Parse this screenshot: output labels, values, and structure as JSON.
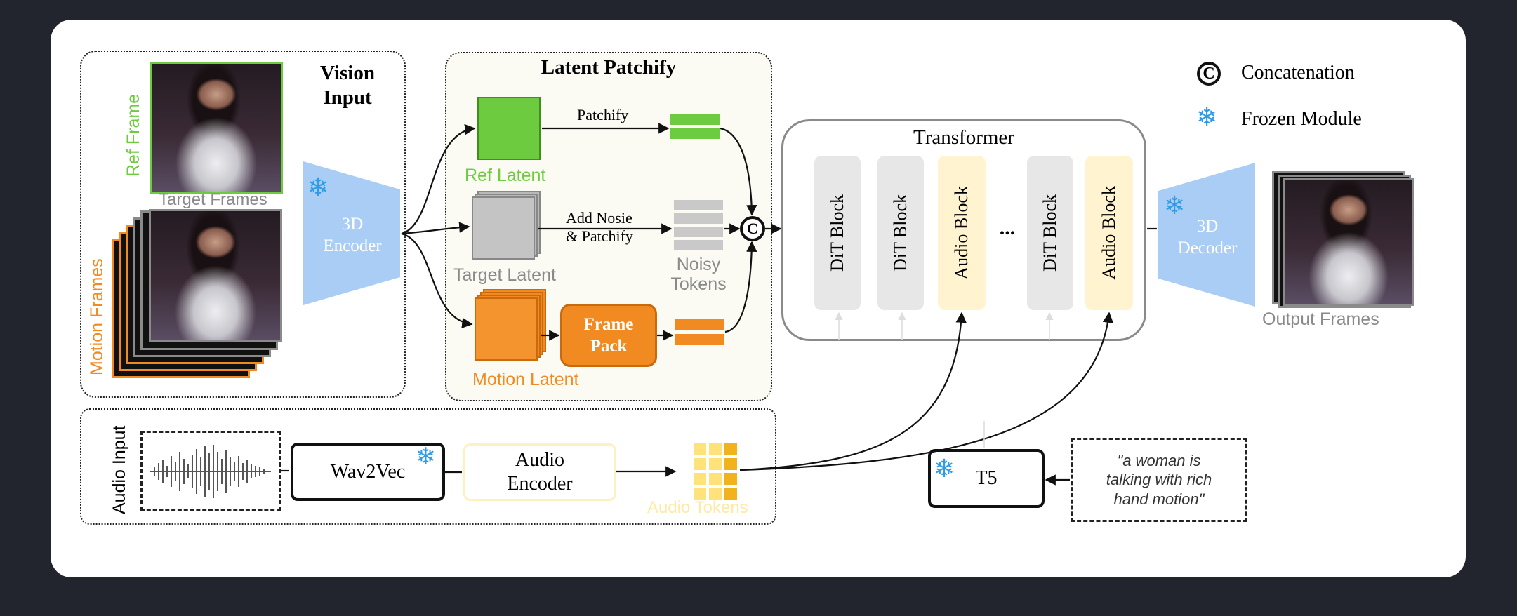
{
  "legend": {
    "concat_label": "Concatenation",
    "concat_symbol": "C",
    "frozen_label": "Frozen Module"
  },
  "vision_input": {
    "title_line1": "Vision",
    "title_line2": "Input",
    "ref_frame_label": "Ref Frame",
    "target_frames_label": "Target Frames",
    "motion_frames_label": "Motion Frames",
    "encoder_line1": "3D",
    "encoder_line2": "Encoder"
  },
  "latent_patchify": {
    "title": "Latent Patchify",
    "ref_latent_label": "Ref Latent",
    "target_latent_label": "Target Latent",
    "motion_latent_label": "Motion Latent",
    "patchify_label": "Patchify",
    "noise_label_line1": "Add Nosie",
    "noise_label_line2": "& Patchify",
    "noisy_tokens_line1": "Noisy",
    "noisy_tokens_line2": "Tokens",
    "frame_pack_line1": "Frame",
    "frame_pack_line2": "Pack"
  },
  "transformer": {
    "title": "Transformer",
    "blocks": [
      "DiT Block",
      "DiT Block",
      "Audio Block",
      "...",
      "DiT Block",
      "Audio Block"
    ]
  },
  "decoder": {
    "line1": "3D",
    "line2": "Decoder",
    "output_label": "Output Frames"
  },
  "audio_input": {
    "title": "Audio Input",
    "wav2vec_label": "Wav2Vec",
    "audio_encoder_line1": "Audio",
    "audio_encoder_line2": "Encoder",
    "audio_tokens_label": "Audio Tokens"
  },
  "text_branch": {
    "t5_label": "T5",
    "prompt_line1": "\"a woman is",
    "prompt_line2": "talking with rich",
    "prompt_line3": "hand motion\""
  },
  "colors": {
    "ref_green": "#6ccb3e",
    "target_gray": "#b9b9b9",
    "motion_orange": "#f28a22",
    "encoder_blue": "#a9cdf4",
    "block_gray": "#e7e7e7",
    "audio_yellow": "#fff4cf",
    "frozen_blue": "#2e9be6"
  }
}
